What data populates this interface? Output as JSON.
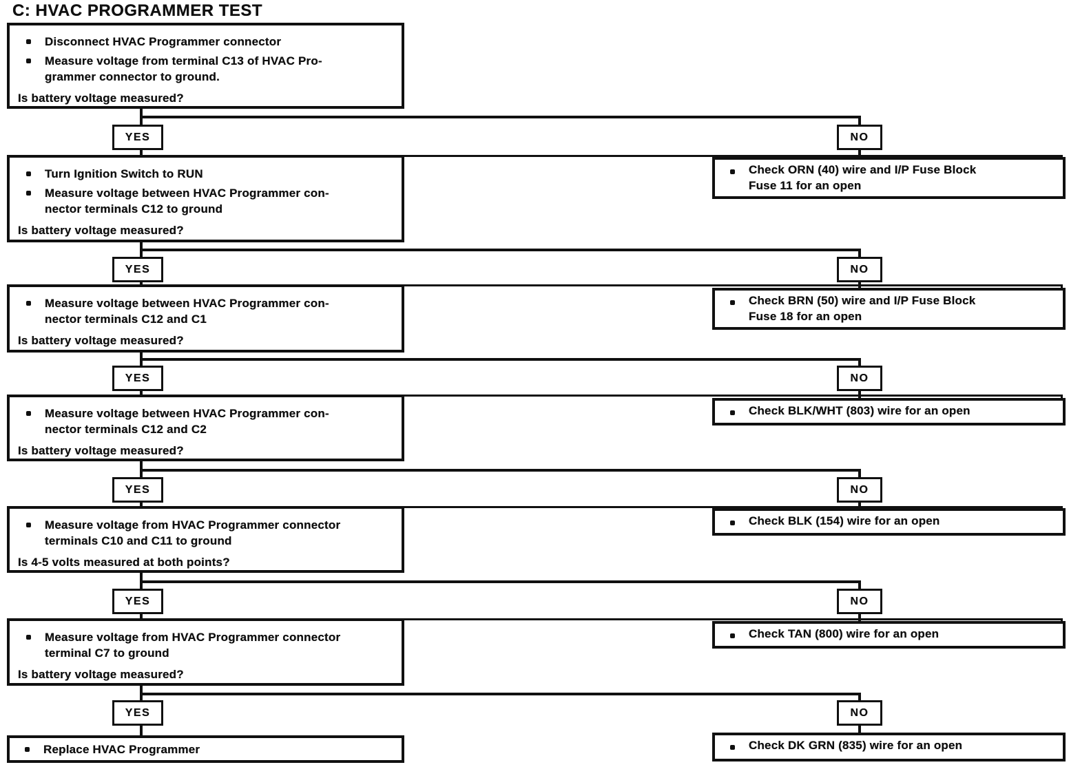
{
  "title": "C: HVAC PROGRAMMER TEST",
  "labels": {
    "yes": "YES",
    "no": "NO"
  },
  "steps": [
    {
      "bullets": [
        "Disconnect HVAC Programmer connector",
        "Measure voltage from terminal C13 of HVAC Pro-\ngrammer connector to ground."
      ],
      "question": "Is battery voltage measured?",
      "no_action": "Check ORN (40) wire and I/P Fuse Block\nFuse 11 for an open"
    },
    {
      "bullets": [
        "Turn Ignition Switch to RUN",
        "Measure voltage between HVAC Programmer con-\nnector terminals C12  to ground"
      ],
      "question": "Is battery voltage measured?",
      "no_action": "Check BRN (50) wire and I/P Fuse Block\nFuse 18 for an open"
    },
    {
      "bullets": [
        "Measure voltage between HVAC Programmer con-\nnector terminals C12 and C1"
      ],
      "question": "Is battery voltage measured?",
      "no_action": "Check BLK/WHT (803) wire for an open"
    },
    {
      "bullets": [
        "Measure voltage between HVAC Programmer con-\nnector terminals C12 and C2"
      ],
      "question": "Is battery voltage measured?",
      "no_action": "Check BLK (154) wire for an open"
    },
    {
      "bullets": [
        "Measure voltage from HVAC Programmer connector\nterminals C10 and C11 to ground"
      ],
      "question": "Is 4-5 volts measured at both points?",
      "no_action": "Check TAN (800) wire for an open"
    },
    {
      "bullets": [
        "Measure voltage from HVAC Programmer connector\nterminal  C7 to ground"
      ],
      "question": "Is battery voltage measured?",
      "no_action": "Check DK GRN (835) wire for an open"
    }
  ],
  "final_action": "Replace HVAC Programmer",
  "colors": {
    "ink": "#101010",
    "paper": "#ffffff"
  }
}
